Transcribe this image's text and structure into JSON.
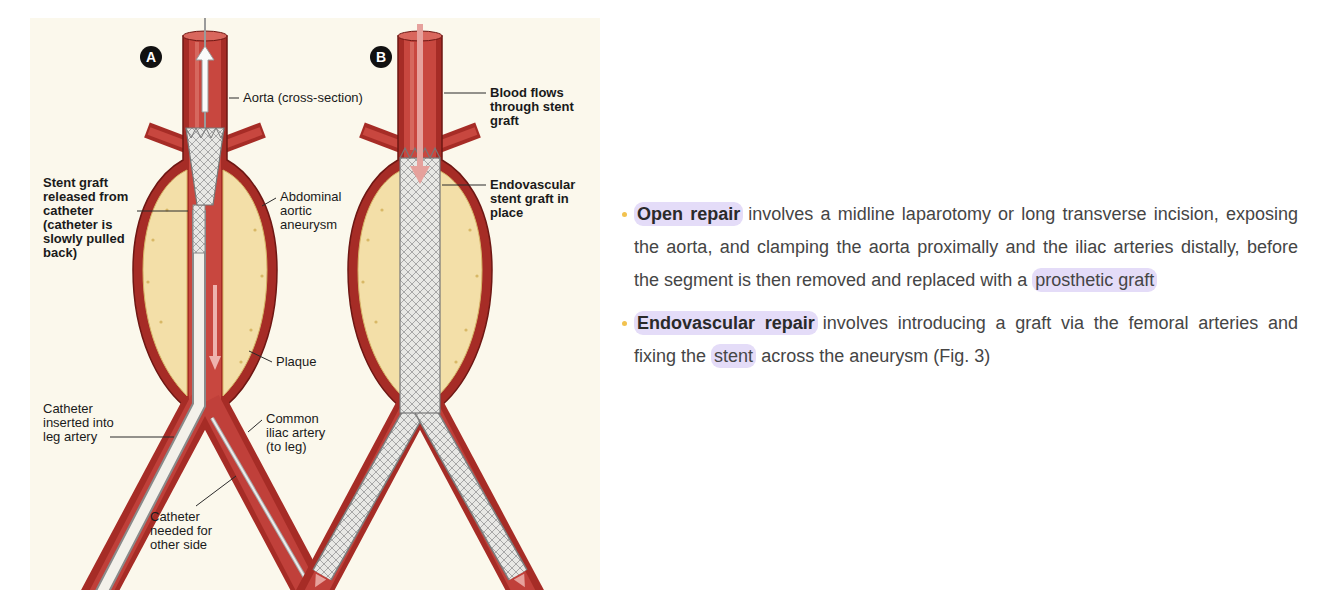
{
  "diagram": {
    "nodes": [
      {
        "text": [
          "A"
        ]
      },
      {
        "text": [
          "B"
        ]
      }
    ],
    "labels": [
      "Aorta (cross-section)",
      "Stent graft released from catheter (catheter is slowly pulled back)",
      "Abdominal aortic aneurysm",
      "Plaque",
      "Catheter inserted into leg artery",
      "Common iliac artery (to leg)",
      "Catheter needed for other side",
      "Blood flows through stent graft",
      "Endovascular stent graft in place",
      "Open repair",
      "involves a midline laparotomy or long transverse incision, exposing the aorta, and clamping the aorta proximally and the iliac arteries distally, before the segment is then removed and replaced with a",
      "prosthetic graft",
      "Endovascular repair",
      "involves introducing a graft via the femoral arteries and fixing the",
      "stent",
      "across the aneurysm (Fig. 3)"
    ]
  }
}
